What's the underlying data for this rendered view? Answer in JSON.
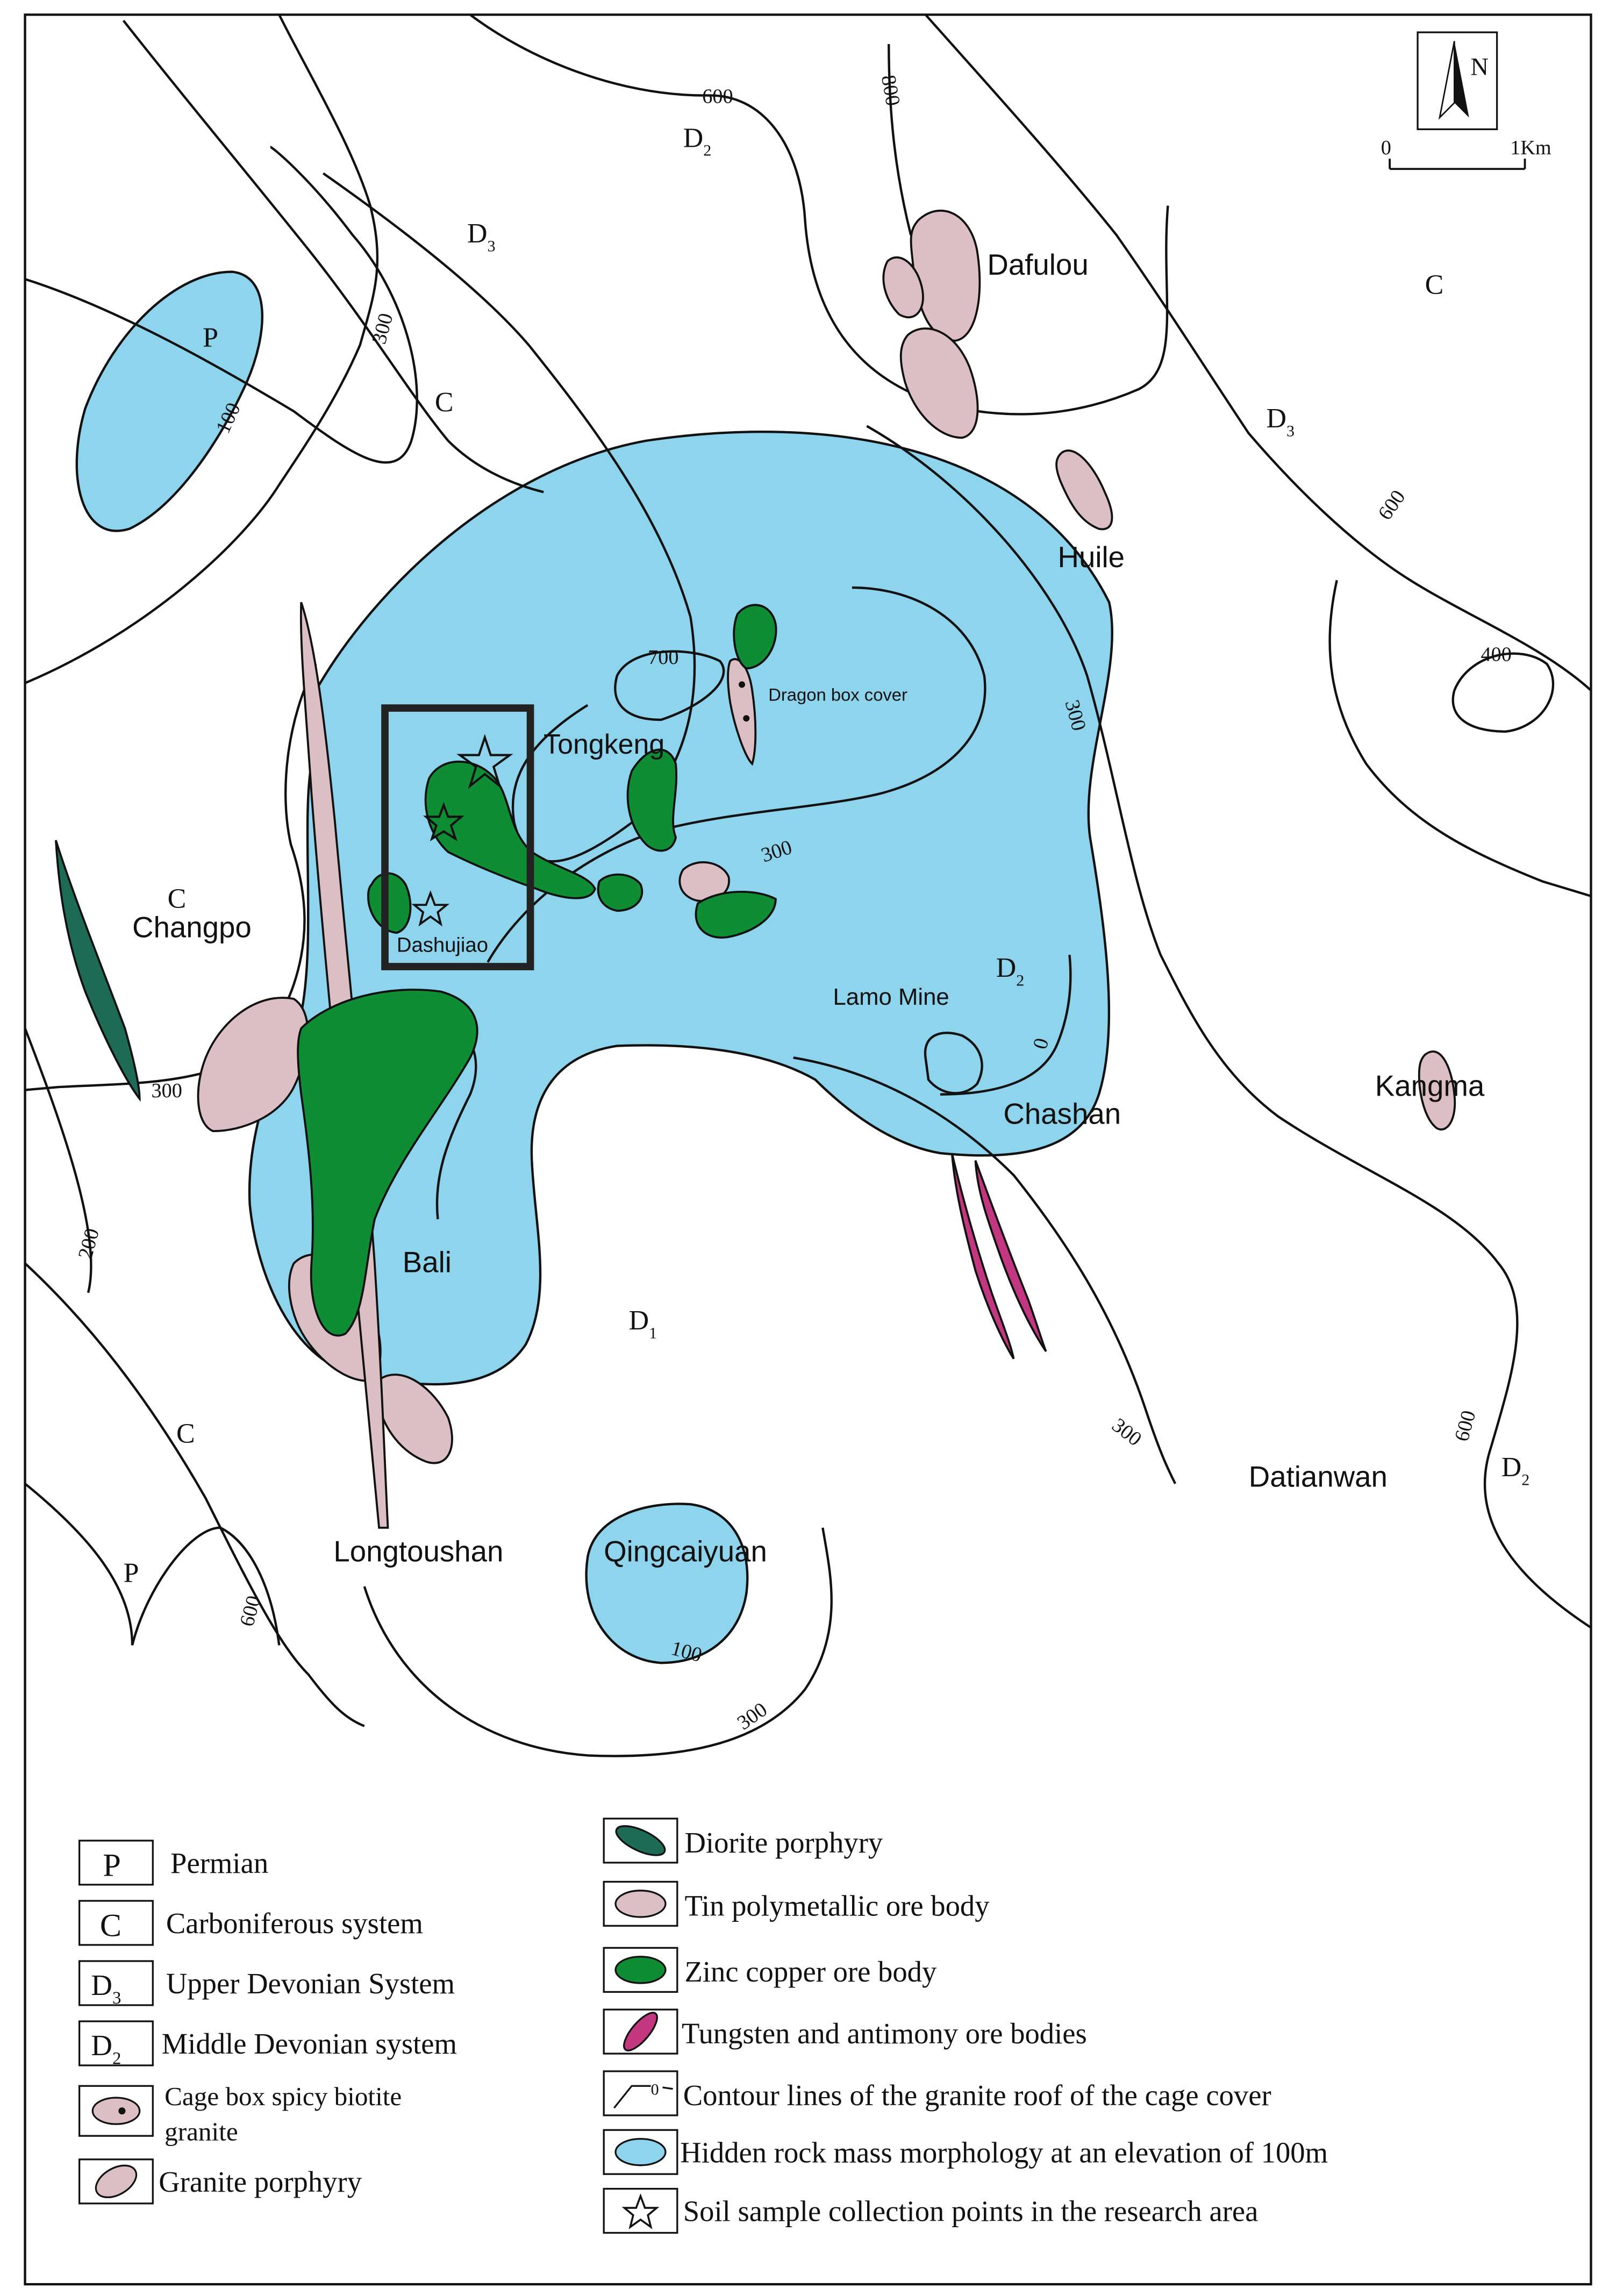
{
  "colors": {
    "hidden_mass": "#8dd4ec",
    "tin_ore": "#dcbfc4",
    "zinc_copper": "#0e8d35",
    "diorite": "#1e6b55",
    "tungsten": "#c33780",
    "outline": "#111111"
  },
  "north_arrow": {
    "label": "N"
  },
  "scale_bar": {
    "start": "0",
    "end": "1Km"
  },
  "strata_labels": {
    "d2_top": "D2",
    "d3_top": "D3",
    "c_nw": "C",
    "p_nw": "P",
    "c_ne": "C",
    "d3_ne": "D3",
    "c_west": "C",
    "d2_center": "D2",
    "d1_south": "D1",
    "c_sw": "C",
    "p_sw": "P",
    "d2_se": "D2"
  },
  "place_labels": {
    "dafulou": "Dafulou",
    "huile": "Huile",
    "tongkeng": "Tongkeng",
    "dragon": "Dragon box cover",
    "changpo": "Changpo",
    "dashujiao": "Dashujiao",
    "lamo": "Lamo Mine",
    "chashan": "Chashan",
    "kangma": "Kangma",
    "bali": "Bali",
    "datianwan": "Datianwan",
    "longtoushan": "Longtoushan",
    "qingcaiyuan": "Qingcaiyuan"
  },
  "contour_labels": {
    "c600_top": "600",
    "c800": "800",
    "c300_nw": "300",
    "c100_nw": "100",
    "c700": "700",
    "c300_center": "300",
    "c300_east": "300",
    "c600_ne": "600",
    "c400": "400",
    "c0": "0",
    "c300_west": "300",
    "c200": "200",
    "c300_se": "300",
    "c600_se": "600",
    "c600_sw": "600",
    "c100_south": "100",
    "c300_south": "300"
  },
  "legend": {
    "permian": {
      "symbol": "P",
      "label": "Permian"
    },
    "carboniferous": {
      "symbol": "C",
      "label": "Carboniferous system"
    },
    "upper_devonian": {
      "symbol": "D3",
      "label": "Upper Devonian System"
    },
    "middle_devonian": {
      "symbol": "D2",
      "label": "Middle Devonian system"
    },
    "cage_granite": {
      "label_line1": "Cage box spicy biotite",
      "label_line2": "granite"
    },
    "granite_porphyry": {
      "label": "Granite porphyry"
    },
    "diorite_porphyry": {
      "label": "Diorite porphyry"
    },
    "tin_ore": {
      "label": "Tin polymetallic ore body"
    },
    "zinc_copper": {
      "label": "Zinc copper ore body"
    },
    "tungsten": {
      "label": "Tungsten and antimony ore bodies"
    },
    "contour": {
      "symbol": "0",
      "label": "Contour lines of the granite roof of the cage cover"
    },
    "hidden_mass": {
      "label": "Hidden rock mass morphology at an elevation of 100m"
    },
    "soil_sample": {
      "label": "Soil sample collection points in the research area"
    }
  }
}
